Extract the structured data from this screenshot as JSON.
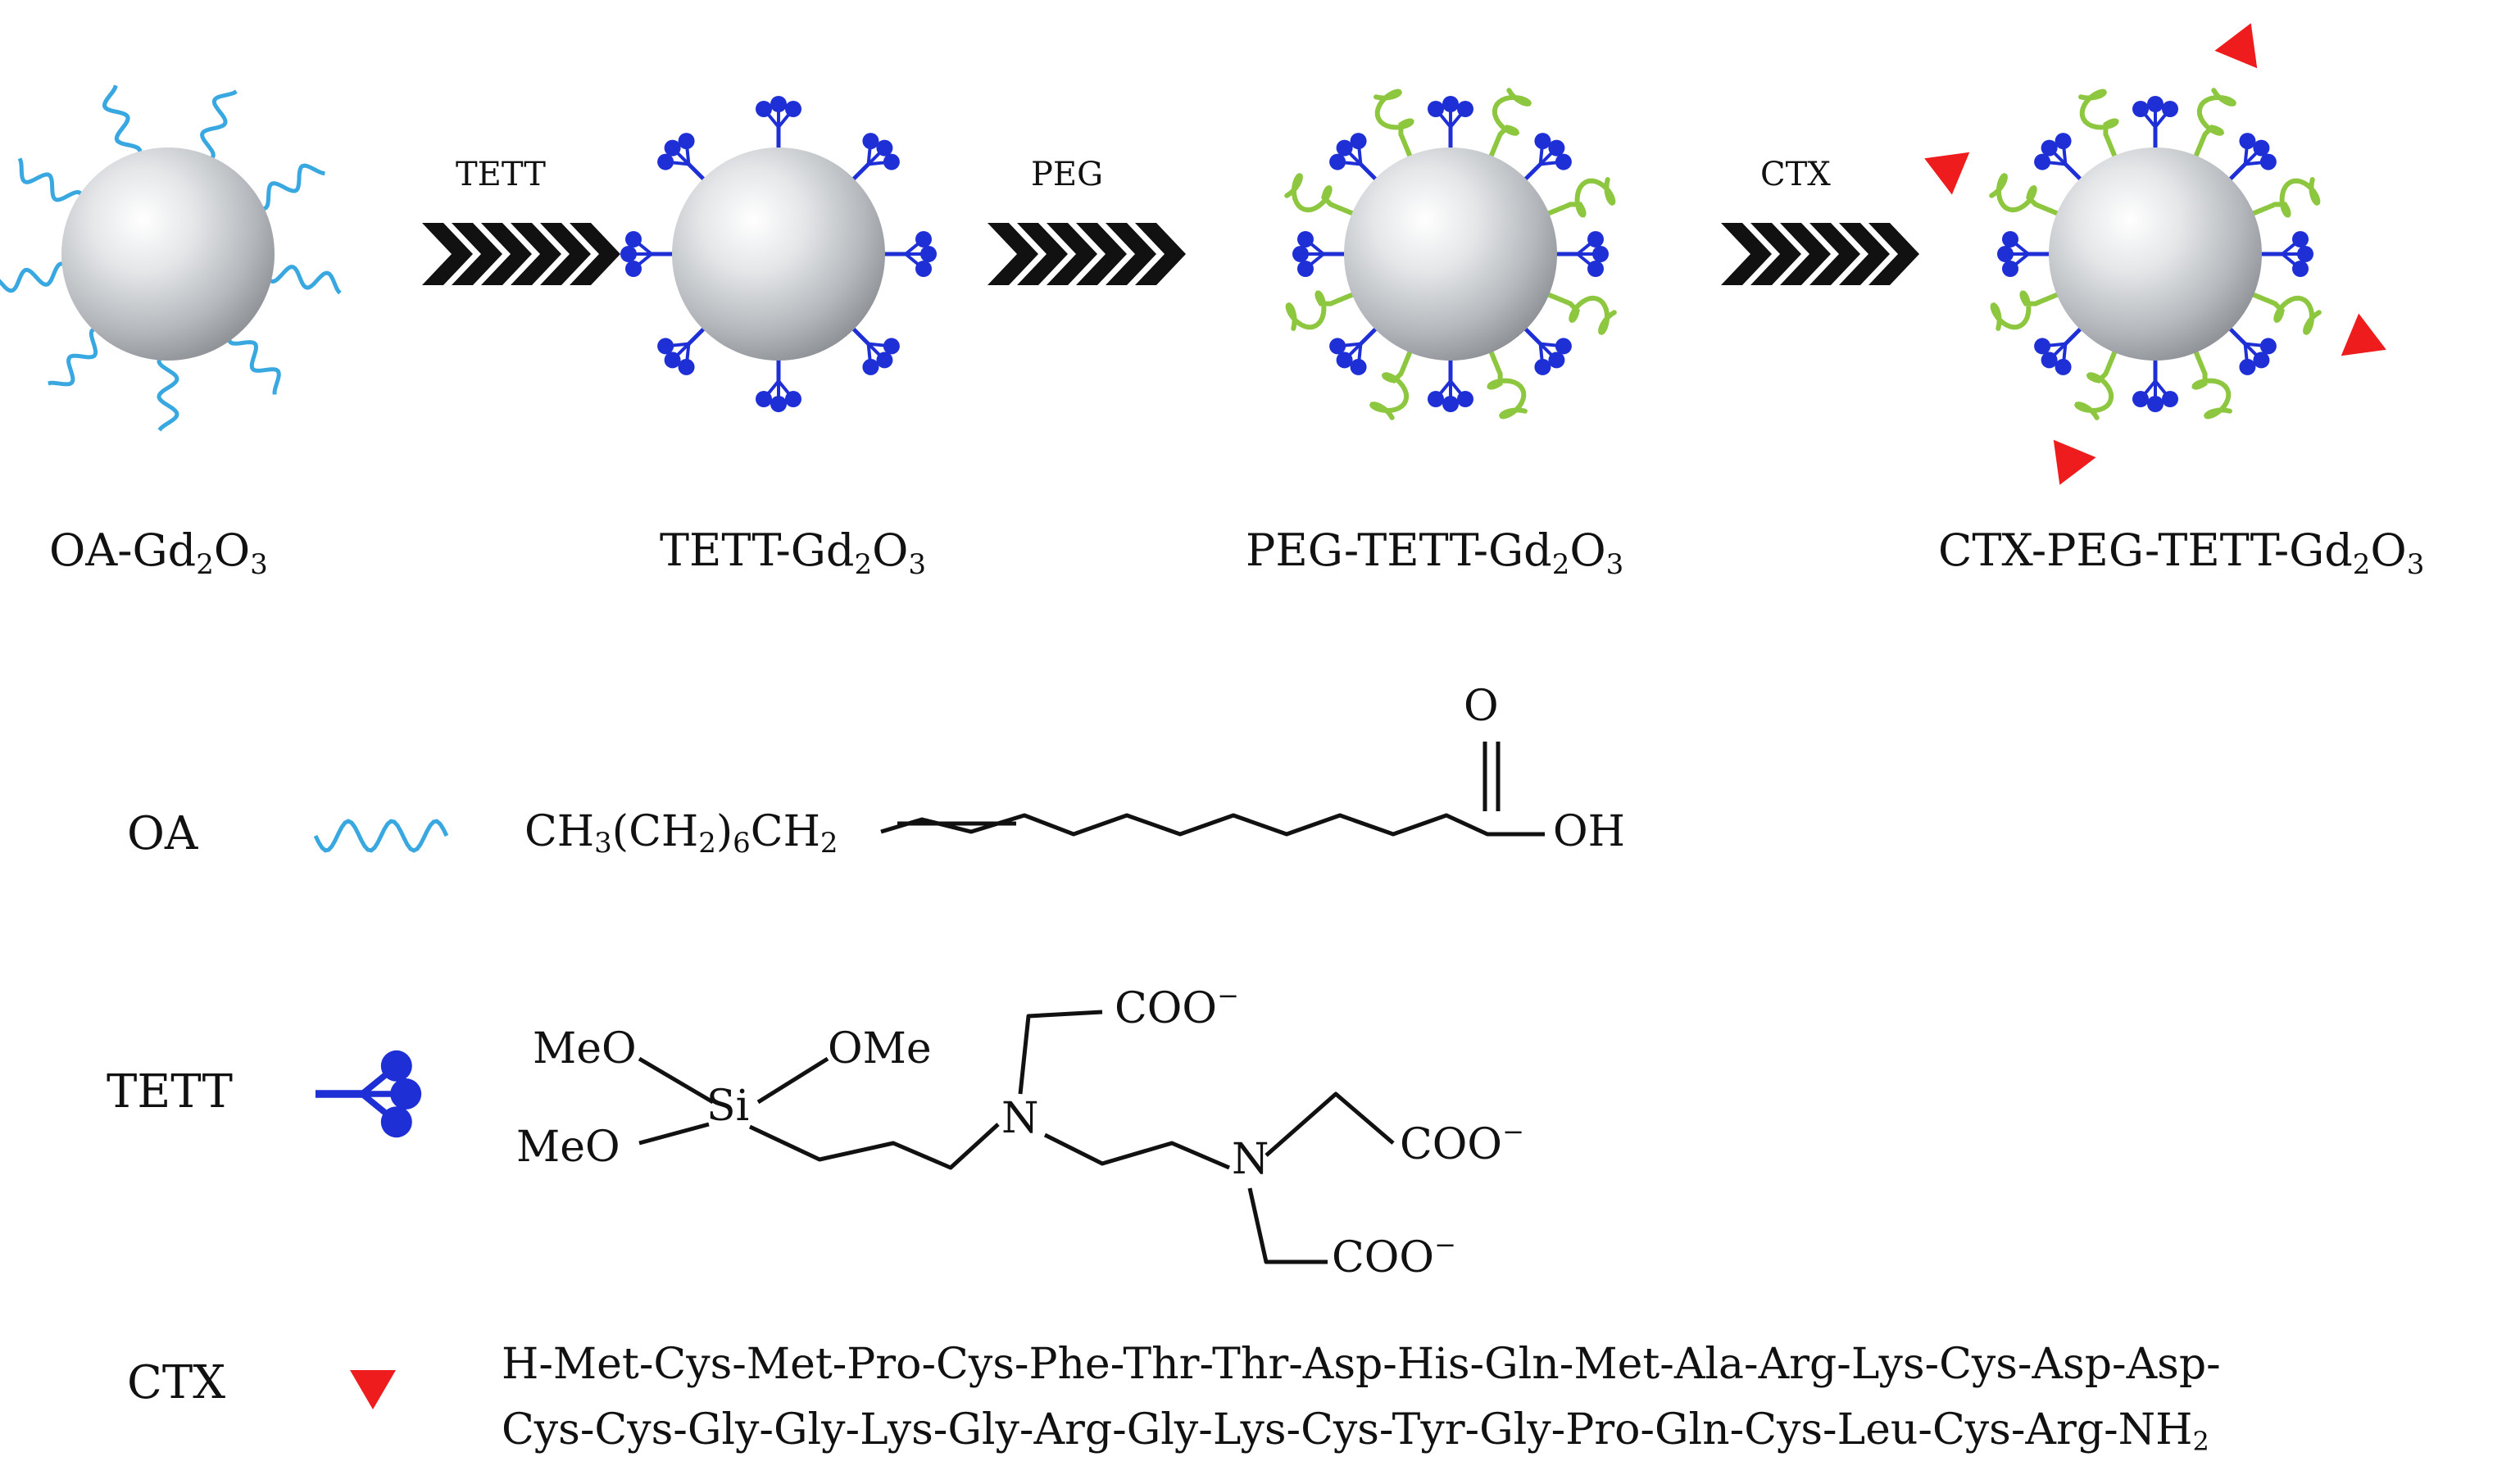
{
  "steps": [
    {
      "label": "TETT"
    },
    {
      "label": "PEG"
    },
    {
      "label": "CTX"
    }
  ],
  "nanoparticles": [
    {
      "prefix": "OA-Gd",
      "sub1": "2",
      "mid": "O",
      "sub2": "3"
    },
    {
      "prefix": "TETT-Gd",
      "sub1": "2",
      "mid": "O",
      "sub2": "3"
    },
    {
      "prefix": "PEG-TETT-Gd",
      "sub1": "2",
      "mid": "O",
      "sub2": "3"
    },
    {
      "prefix": "CTX-PEG-TETT-Gd",
      "sub1": "2",
      "mid": "O",
      "sub2": "3"
    }
  ],
  "legend": {
    "oa": {
      "name": "OA",
      "formula_a": "CH",
      "formula_a_sub": "3",
      "formula_b": "(CH",
      "formula_b_sub": "2",
      "formula_c": ")",
      "formula_c_sub": "6",
      "formula_d": "CH",
      "formula_d_sub": "2",
      "carbonyl_o": "O",
      "oh": "OH"
    },
    "tett": {
      "name": "TETT",
      "meo_top": "MeO",
      "ome": "OMe",
      "meo_bottom": "MeO",
      "si": "Si",
      "n1": "N",
      "n2": "N",
      "coo1": "COO",
      "coo2": "COO",
      "coo3": "COO",
      "charge": "−"
    },
    "ctx": {
      "name": "CTX",
      "seq_line1": "H-Met-Cys-Met-Pro-Cys-Phe-Thr-Thr-Asp-His-Gln-Met-Ala-Arg-Lys-Cys-Asp-Asp-",
      "seq_line2": "Cys-Cys-Gly-Gly-Lys-Gly-Arg-Gly-Lys-Cys-Tyr-Gly-Pro-Gln-Cys-Leu-Cys-Arg-NH",
      "seq_line2_sub": "2"
    }
  },
  "colors": {
    "oa": "#3aa8e0",
    "tett": "#1f2fd6",
    "peg": "#8dc63f",
    "ctx": "#ee1c1c",
    "arrow": "#111111",
    "sphere": "#c8ccd0"
  }
}
